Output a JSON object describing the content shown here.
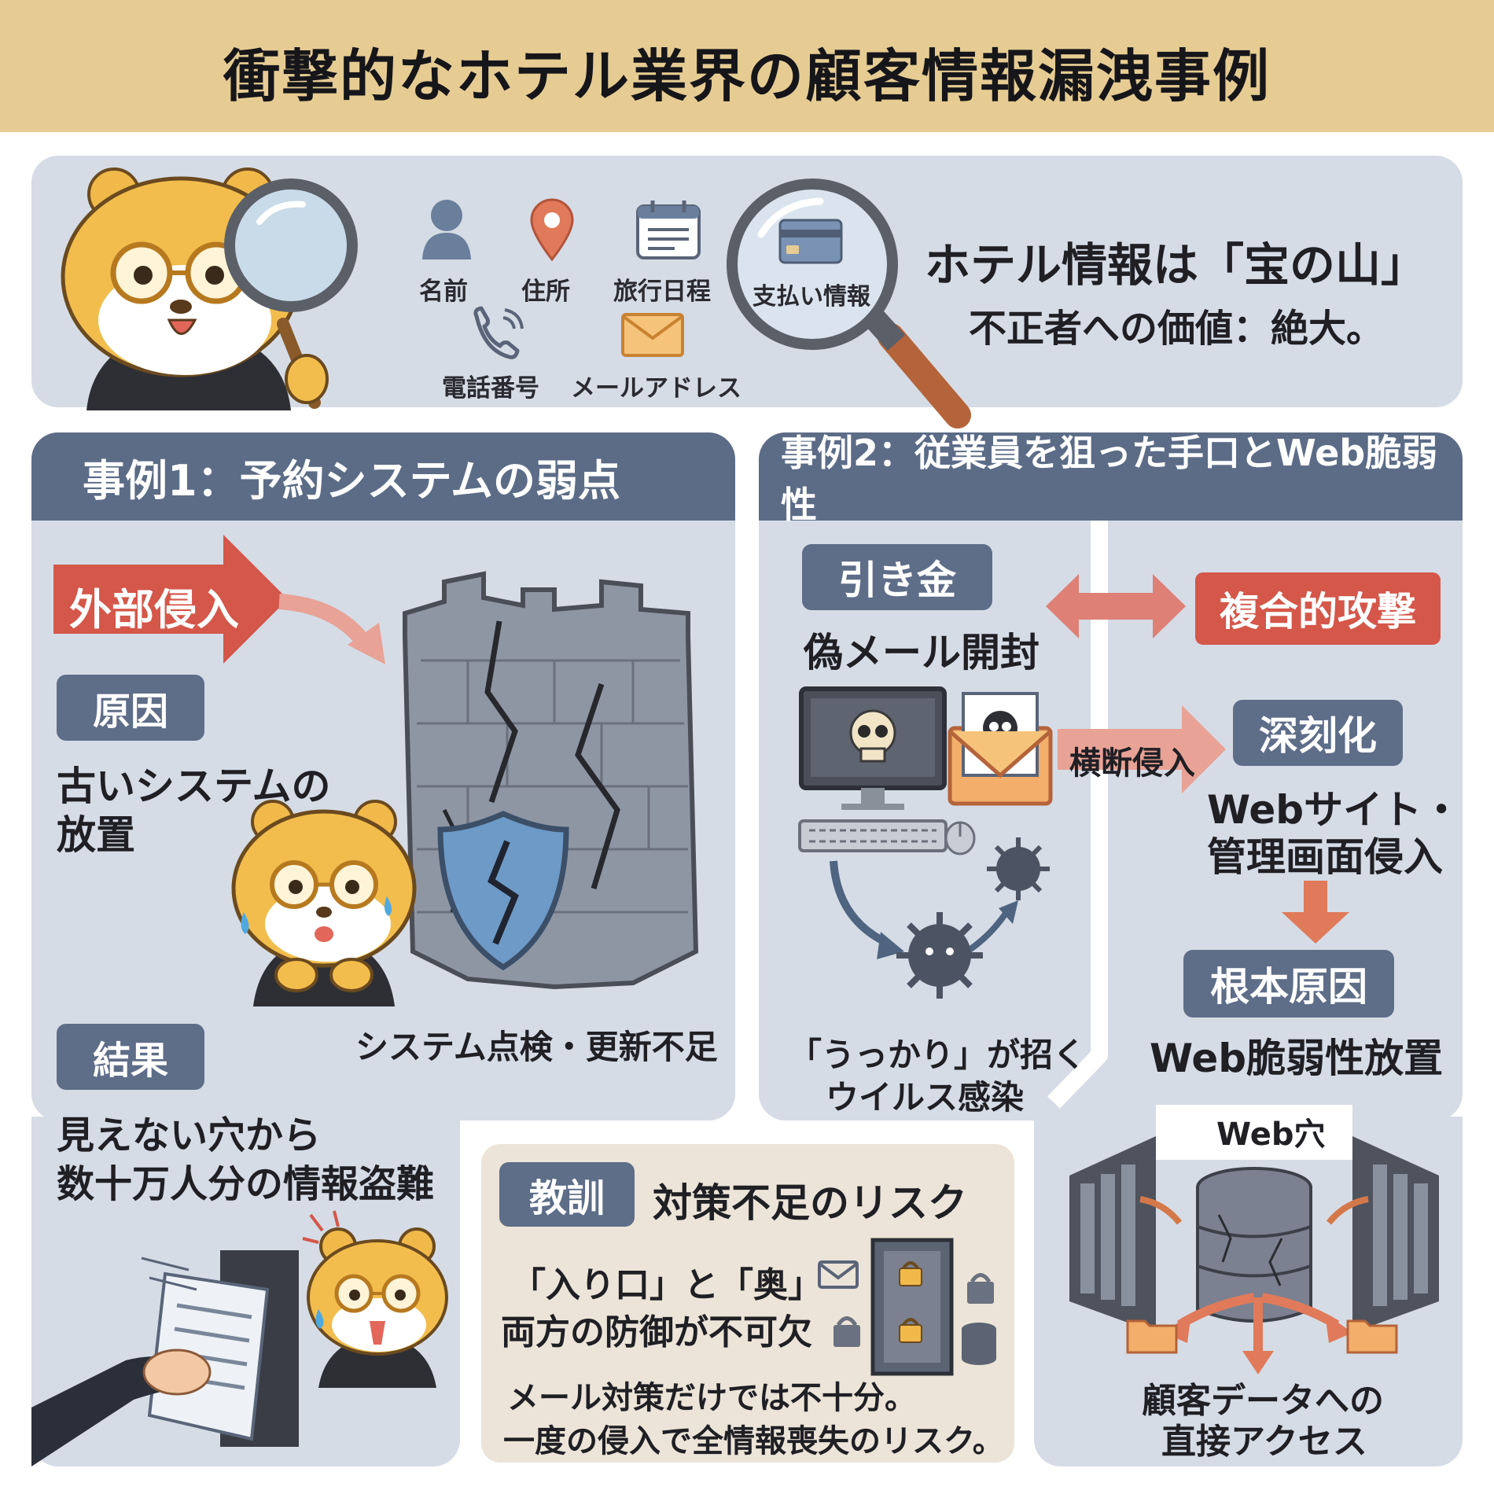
{
  "title": "衝撃的なホテル業界の顧客情報漏洩事例",
  "top": {
    "headline": "ホテル情報は「宝の山」",
    "subline": "不正者への価値：絶大。",
    "items": [
      {
        "label": "名前",
        "icon": "person-icon"
      },
      {
        "label": "住所",
        "icon": "location-pin-icon"
      },
      {
        "label": "旅行日程",
        "icon": "calendar-icon"
      },
      {
        "label": "支払い情報",
        "icon": "credit-card-icon"
      },
      {
        "label": "電話番号",
        "icon": "phone-icon"
      },
      {
        "label": "メールアドレス",
        "icon": "envelope-icon"
      }
    ]
  },
  "case1": {
    "header": "事例1：予約システムの弱点",
    "intrusion": "外部侵入",
    "cause_label": "原因",
    "cause_lines": [
      "古いシステムの",
      "放置"
    ],
    "check_note": "システム点検・更新不足",
    "result_label": "結果",
    "result_lines": [
      "見えない穴から",
      "数十万人分の情報盗難"
    ]
  },
  "case2": {
    "header": "事例2：従業員を狙った手口とWeb脆弱性",
    "trigger_label": "引き金",
    "trigger_text": "偽メール開封",
    "combined_attack": "複合的攻撃",
    "lateral": "横断侵入",
    "deepen_label": "深刻化",
    "deepen_lines": [
      "Webサイト・",
      "管理画面侵入"
    ],
    "root_label": "根本原因",
    "root_text": "Web脆弱性放置",
    "infection_lines": [
      "「うっかり」が招く",
      "ウイルス感染"
    ],
    "web_hole": "Web穴",
    "data_access_lines": [
      "顧客データへの",
      "直接アクセス"
    ]
  },
  "lesson": {
    "label": "教訓",
    "title": "対策不足のリスク",
    "lines": [
      "「入り口」と「奥」",
      "両方の防御が不可欠"
    ],
    "notes": [
      "メール対策だけでは不十分。",
      "一度の侵入で全情報喪失のリスク。"
    ]
  },
  "colors": {
    "banner": "#e6cc93",
    "panel": "#d5dce6",
    "header": "#5c6c87",
    "pill": "#5e6d88",
    "alert": "#d4574a",
    "lesson_bg": "#ece4d8"
  }
}
